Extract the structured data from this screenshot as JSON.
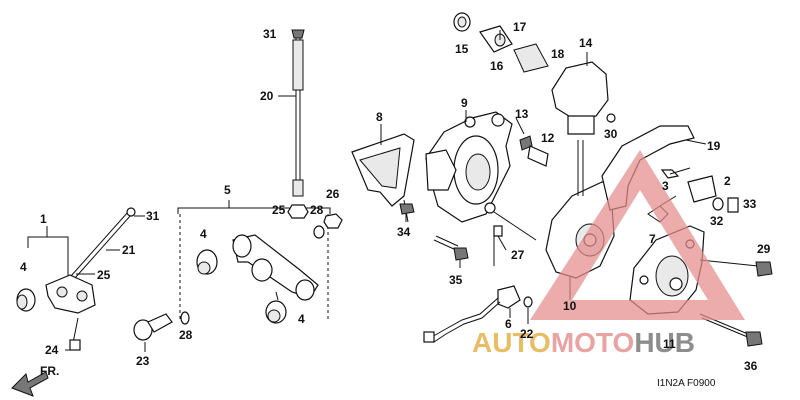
{
  "callouts": [
    "1",
    "2",
    "3",
    "4",
    "4",
    "4",
    "5",
    "6",
    "7",
    "8",
    "9",
    "10",
    "11",
    "12",
    "13",
    "14",
    "15",
    "16",
    "17",
    "18",
    "19",
    "20",
    "21",
    "22",
    "23",
    "24",
    "25",
    "25",
    "26",
    "27",
    "28",
    "28",
    "29",
    "30",
    "31",
    "31",
    "32",
    "33",
    "34",
    "35",
    "36"
  ],
  "direction_label": "FR.",
  "diagram_code": "I1N2A  F0900",
  "watermark": {
    "part1": "AUTO",
    "part2": "MOTO",
    "part3": "HUB",
    "color_red": "#e9a3a3",
    "color_gold": "#e8bd63",
    "color_grey": "#8d8d8d"
  }
}
